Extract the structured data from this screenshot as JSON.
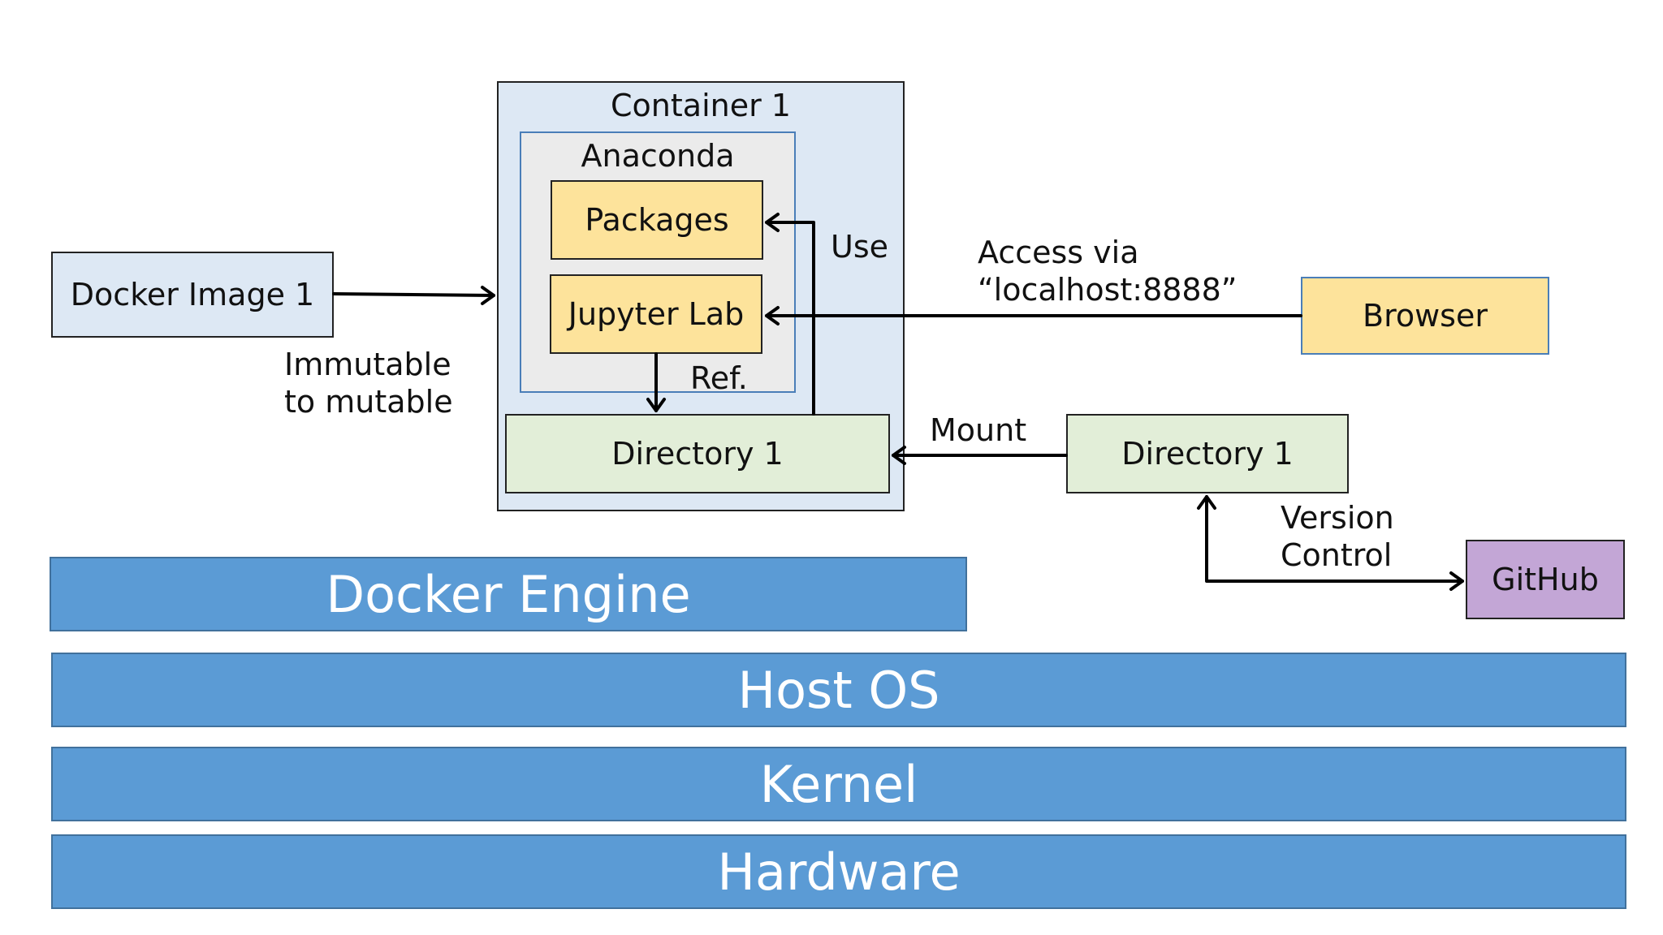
{
  "container": {
    "title": "Container 1"
  },
  "anaconda": {
    "title": "Anaconda"
  },
  "packages": {
    "label": "Packages"
  },
  "jupyter": {
    "label": "Jupyter Lab"
  },
  "container_directory": {
    "label": "Directory 1"
  },
  "docker_image": {
    "label": "Docker Image 1"
  },
  "host_directory": {
    "label": "Directory 1"
  },
  "browser": {
    "label": "Browser"
  },
  "github": {
    "label": "GitHub"
  },
  "edges": {
    "use": "Use",
    "ref": "Ref.",
    "access_line1": "Access via",
    "access_line2": "“localhost:8888”",
    "mount": "Mount",
    "immutable_line1": "Immutable",
    "immutable_line2": "to mutable",
    "version_line1": "Version",
    "version_line2": "Control"
  },
  "layers": {
    "docker_engine": "Docker Engine",
    "host_os": "Host OS",
    "kernel": "Kernel",
    "hardware": "Hardware"
  },
  "colors": {
    "container_fill": "#dde8f4",
    "anaconda_fill": "#ebebeb",
    "yellow_fill": "#fde39b",
    "green_fill": "#e2eed8",
    "purple_fill": "#c3a6d6",
    "layer_fill": "#5b9bd5"
  }
}
